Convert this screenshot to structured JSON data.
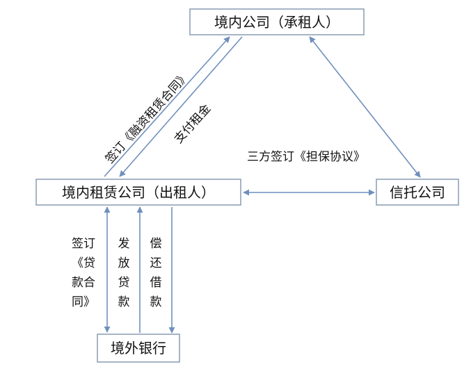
{
  "nodes": {
    "domestic_company": "境内公司（承租人）",
    "leasing_company": "境内租赁公司（出租人）",
    "trust_company": "信托公司",
    "foreign_bank": "境外银行"
  },
  "edges": {
    "sign_finance_lease": "签订《融资租赁合同》",
    "pay_rent": "支付租金",
    "sign_guarantee": "三方签订《担保协议》",
    "sign_loan_contract_lines": [
      "签订",
      "《贷",
      "款合",
      "同》"
    ],
    "issue_loan_lines": [
      "发",
      "放",
      "贷",
      "款"
    ],
    "repay_loan_lines": [
      "偿",
      "还",
      "借",
      "款"
    ]
  },
  "colors": {
    "arrow": "#6f8fbd",
    "box_border": "#8fa1b8"
  }
}
